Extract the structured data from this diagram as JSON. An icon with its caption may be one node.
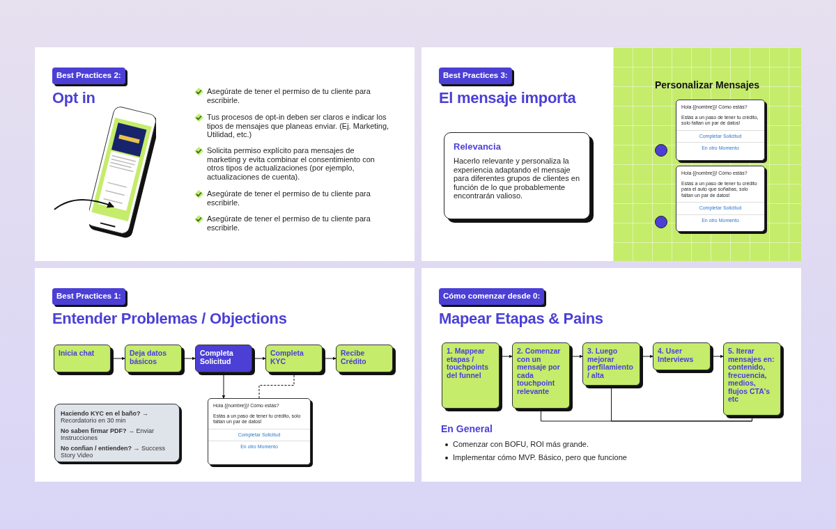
{
  "diagram": {
    "nodes": [
      {
        "text": [
          "Opt in"
        ]
      },
      {
        "text": [
          "Best Practices 2:"
        ],
        "in": 0
      },
      {
        "text": [],
        "shape": "picture",
        "in": 0
      },
      {
        "text": [
          "El mensaje importa"
        ]
      },
      {
        "text": [
          "Best Practices 3:"
        ],
        "in": 3
      },
      {
        "text": [
          "Relevancia",
          "Hacerlo relevante y personaliza la experiencia adaptando el mensaje para diferentes grupos de clientes en función de lo que probablemente encontrarán valioso."
        ],
        "in": 3
      },
      {
        "text": [
          "Personalizar Mensajes"
        ],
        "in": 3
      },
      {
        "text": [
          "Hola {{nombre}}!  Cómo estás?",
          "Estás a un paso de tener tu crédito, solo faltan un par de datos!",
          "Completar Solicitud",
          "En otro Momento"
        ],
        "in": 6
      },
      {
        "text": [],
        "shape": "circle",
        "in": 6
      },
      {
        "text": [
          "Hola {{nombre}}!  Cómo estás?",
          "Estás a un paso de tener tu crédito para el auto que soñabas, solo faltan un par de datos!",
          "Completar Solicitud",
          "En otro Momento"
        ],
        "in": 6
      },
      {
        "text": [],
        "shape": "circle",
        "in": 6
      },
      {
        "text": [
          "Entender Problemas / Objections"
        ]
      },
      {
        "text": [
          "Best Practices 1:"
        ],
        "in": 11
      },
      {
        "text": [
          "Inicia chat"
        ],
        "in": 11
      },
      {
        "text": [
          "Deja datos básicos"
        ],
        "in": 11
      },
      {
        "text": [
          "Completa Solicitud"
        ],
        "in": 11
      },
      {
        "text": [
          "Completa KYC"
        ],
        "in": 11
      },
      {
        "text": [
          "Recibe Crédito"
        ],
        "in": 11
      },
      {
        "text": [
          "**Haciendo KYC en el baño? →** Recordatorio en 30 min",
          "**No saben firmar PDF? →** Enviar Instrucciones",
          "**No confian / entienden? →** Success Story Video"
        ],
        "in": 11
      },
      {
        "text": [
          "Hola {{nombre}}!  Cómo estás?",
          "Estás a un paso de tener tu crédito, solo faltan un par de datos!",
          "Completar Solicitud",
          "En otro Momento"
        ],
        "in": 11
      },
      {
        "text": [
          "Mapear Etapas & Pains"
        ]
      },
      {
        "text": [
          "Cómo comenzar desde 0:"
        ],
        "in": 20
      },
      {
        "text": [
          "1. Mappear etapas / touchpoints del funnel"
        ],
        "in": 20
      },
      {
        "text": [
          "2. Comenzar con un mensaje por cada touchpoint relevante"
        ],
        "in": 20
      },
      {
        "text": [
          "3. Luego mejorar perfilamiento / alta"
        ],
        "in": 20
      },
      {
        "text": [
          "4. User Interviews"
        ],
        "in": 20
      },
      {
        "text": [
          "5. Iterar mensajes en: contenido, frecuencia, medios, flujos CTA's etc"
        ],
        "in": 20
      }
    ],
    "edges": [
      {
        "from": null,
        "to": 2,
        "arrow": "to"
      },
      {
        "from": 13,
        "to": 14,
        "arrow": "to"
      },
      {
        "from": 14,
        "to": 15,
        "arrow": "to"
      },
      {
        "from": 15,
        "to": 16,
        "arrow": "to"
      },
      {
        "from": 16,
        "to": 17,
        "arrow": "to"
      },
      {
        "from": 15,
        "to": 19,
        "arrow": "to"
      },
      {
        "from": 19,
        "to": 16,
        "arrow": "to",
        "style": "dashed"
      },
      {
        "from": 22,
        "to": 23,
        "arrow": "to"
      },
      {
        "from": 23,
        "to": 24,
        "arrow": "to"
      },
      {
        "from": 24,
        "to": 25,
        "arrow": "to"
      },
      {
        "from": 25,
        "to": 26,
        "arrow": "to"
      },
      {
        "from": 26,
        "to": 23,
        "arrow": "to"
      },
      {
        "from": 26,
        "to": 24,
        "arrow": "to"
      }
    ],
    "labels": [
      "Asegúrate de tener el permiso de tu cliente para escribirle.",
      "Tus procesos de opt-in deben ser claros e indicar los tipos de mensajes que planeas enviar. (Ej. Marketing, Utilidad, etc.)",
      "Solicita permiso explícito para mensajes de marketing y evita combinar el consentimiento con otros tipos de actualizaciones (por ejemplo, actualizaciones de cuenta).",
      "Asegúrate de tener el permiso de tu cliente para escribirle.",
      "Asegúrate de tener el permiso de tu cliente para escribirle.",
      "En General",
      "Comenzar con BOFU, ROI más grande.",
      "Implementar cómo MVP. Básico, pero que funcione"
    ]
  }
}
